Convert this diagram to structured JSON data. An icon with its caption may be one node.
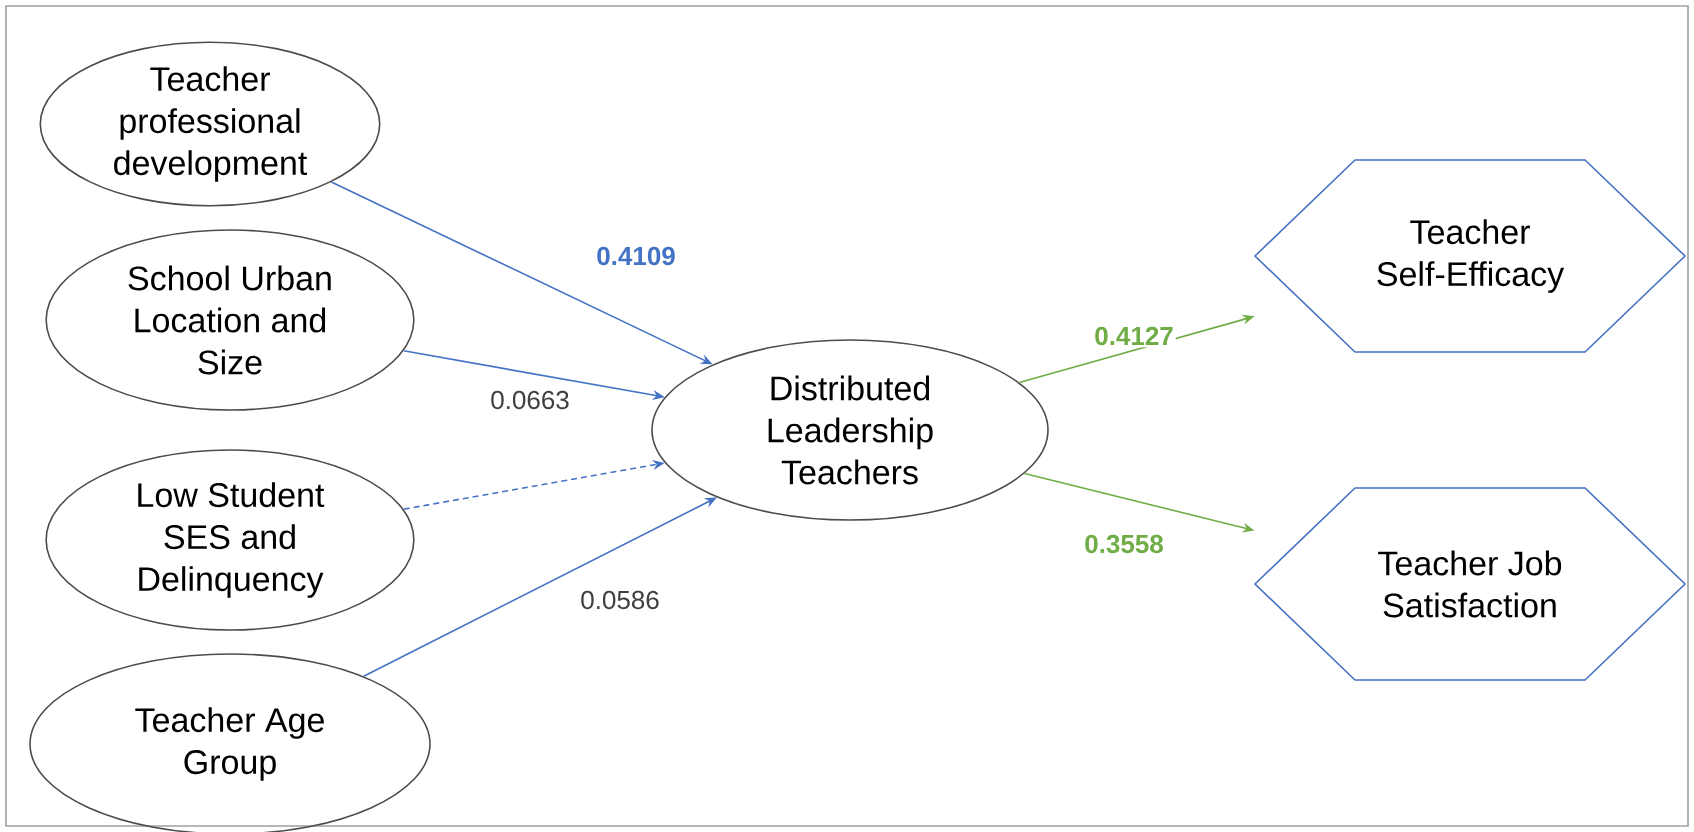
{
  "diagram": {
    "nodes": [
      {
        "text": [
          "Teacher professional development"
        ]
      },
      {
        "text": [
          "School Urban Location and Size"
        ]
      },
      {
        "text": [
          "Low Student SES and Delinquency"
        ]
      },
      {
        "text": [
          "Teacher Age Group"
        ]
      },
      {
        "text": [
          "Distributed Leadership Teachers"
        ]
      },
      {
        "text": [
          "Teacher Self-Efficacy"
        ]
      },
      {
        "text": [
          "Teacher Job Satisfaction"
        ]
      }
    ],
    "edges": [
      {
        "from": 0,
        "to": 4,
        "arrow": "to",
        "label": "0.4109",
        "color": "#4472c4"
      },
      {
        "from": 1,
        "to": 4,
        "arrow": "to",
        "label": "0.0663"
      },
      {
        "from": 2,
        "to": 4,
        "arrow": "to",
        "style": "dashed"
      },
      {
        "from": 3,
        "to": 4,
        "arrow": "to",
        "label": "0.0586"
      },
      {
        "from": 4,
        "to": 5,
        "arrow": "to",
        "label": "0.4127",
        "color": "#70ad47"
      },
      {
        "from": 4,
        "to": 6,
        "arrow": "to",
        "label": "0.3558",
        "color": "#70ad47"
      }
    ]
  }
}
